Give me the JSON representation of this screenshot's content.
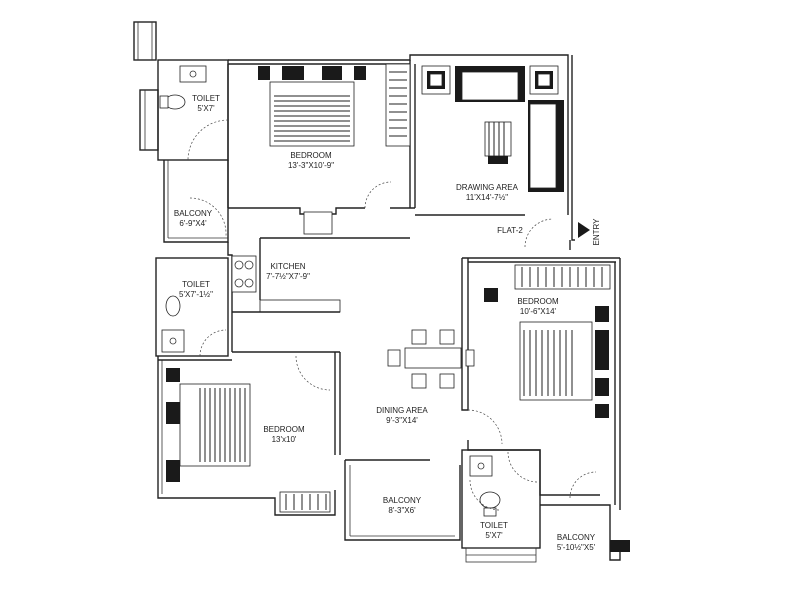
{
  "rooms": {
    "toilet_top": {
      "name": "TOILET",
      "size": "5'X7'"
    },
    "bedroom_top": {
      "name": "BEDROOM",
      "size": "13'-3\"X10'-9\""
    },
    "drawing": {
      "name": "DRAWING AREA",
      "size": "11'X14'-7½\""
    },
    "balcony_top": {
      "name": "BALCONY",
      "size": "6'-9\"X4'"
    },
    "flat": {
      "name": "FLAT-2"
    },
    "entry": {
      "name": "ENTRY"
    },
    "kitchen": {
      "name": "KITCHEN",
      "size": "7'-7½\"X7'-9\""
    },
    "toilet_left": {
      "name": "TOILET",
      "size": "5'X7'-1½\""
    },
    "bedroom_right": {
      "name": "BEDROOM",
      "size": "10'-6\"X14'"
    },
    "bedroom_left": {
      "name": "BEDROOM",
      "size": "13'x10'"
    },
    "dining": {
      "name": "DINING AREA",
      "size": "9'-3\"X14'"
    },
    "balcony_mid": {
      "name": "BALCONY",
      "size": "8'-3\"X6'"
    },
    "toilet_bottom": {
      "name": "TOILET",
      "size": "5'X7'"
    },
    "balcony_right": {
      "name": "BALCONY",
      "size": "5'-10½\"X5'"
    }
  }
}
